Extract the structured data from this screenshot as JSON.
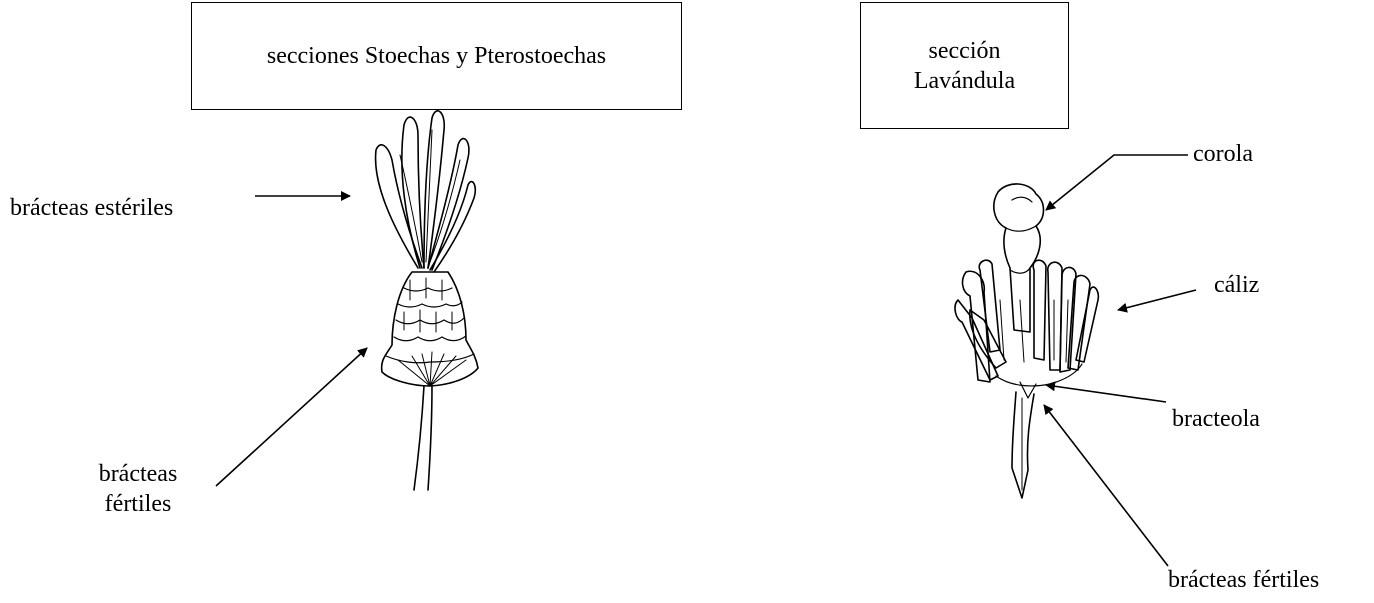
{
  "left_section": {
    "title": "secciones Stoechas y Pterostoechas",
    "labels": {
      "sterile_bracts": "brácteas estériles",
      "fertile_bracts_line1": "brácteas",
      "fertile_bracts_line2": "fértiles"
    }
  },
  "right_section": {
    "title_line1": "sección",
    "title_line2": "Lavándula",
    "labels": {
      "corolla": "corola",
      "calyx": "cáliz",
      "bracteole": "bracteola",
      "fertile_bracts": "brácteas fértiles"
    }
  }
}
